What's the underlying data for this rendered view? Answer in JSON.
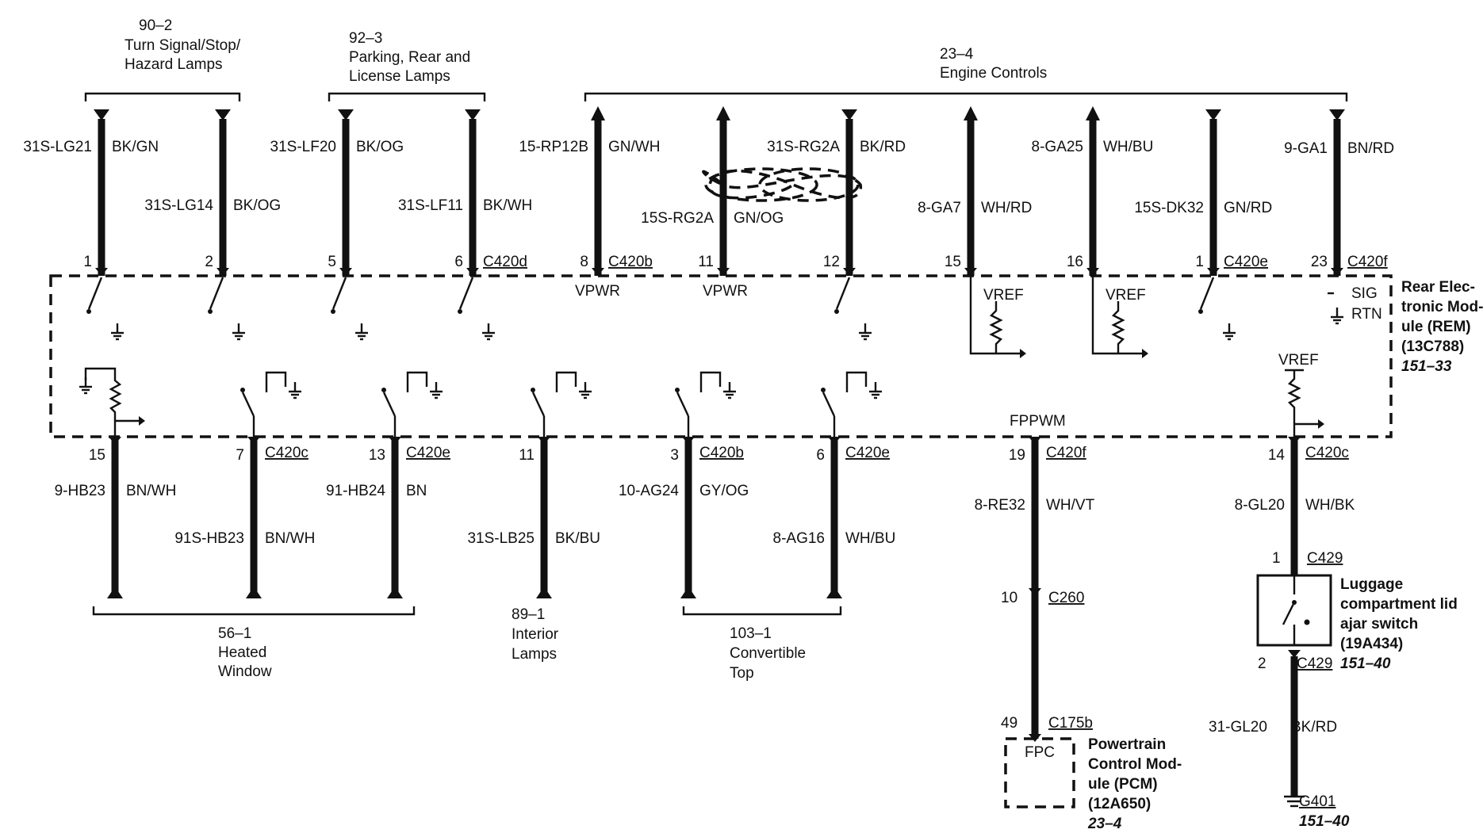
{
  "groups_top": [
    {
      "ref": "90–2",
      "name": [
        "Turn Signal/Stop/",
        "Hazard Lamps"
      ]
    },
    {
      "ref": "92–3",
      "name": [
        "Parking, Rear and",
        "License Lamps"
      ]
    },
    {
      "ref": "23–4",
      "name": [
        "Engine Controls"
      ]
    }
  ],
  "groups_bottom": [
    {
      "ref": "56–1",
      "name": [
        "Heated",
        "Window"
      ]
    },
    {
      "ref": "89–1",
      "name": [
        "Interior",
        "Lamps"
      ]
    },
    {
      "ref": "103–1",
      "name": [
        "Convertible",
        "Top"
      ]
    }
  ],
  "top_wires": [
    {
      "circuit": "31S-LG21",
      "color": "BK/GN",
      "pin": "1",
      "conn": ""
    },
    {
      "circuit": "31S-LG14",
      "color": "BK/OG",
      "pin": "2",
      "conn": ""
    },
    {
      "circuit": "31S-LF20",
      "color": "BK/OG",
      "pin": "5",
      "conn": ""
    },
    {
      "circuit": "31S-LF11",
      "color": "BK/WH",
      "pin": "6",
      "conn": "C420d"
    },
    {
      "circuit": "15-RP12B",
      "color": "GN/WH",
      "pin": "8",
      "conn": "C420b"
    },
    {
      "circuit": "15S-RG2A",
      "color": "GN/OG",
      "pin": "11",
      "conn": ""
    },
    {
      "circuit": "31S-RG2A",
      "color": "BK/RD",
      "pin": "12",
      "conn": ""
    },
    {
      "circuit": "8-GA7",
      "color": "WH/RD",
      "pin": "15",
      "conn": ""
    },
    {
      "circuit": "8-GA25",
      "color": "WH/BU",
      "pin": "16",
      "conn": ""
    },
    {
      "circuit": "15S-DK32",
      "color": "GN/RD",
      "pin": "1",
      "conn": "C420e"
    },
    {
      "circuit": "9-GA1",
      "color": "BN/RD",
      "pin": "23",
      "conn": "C420f"
    }
  ],
  "bottom_wires": [
    {
      "circuit": "9-HB23",
      "color": "BN/WH",
      "pin": "15",
      "conn": ""
    },
    {
      "circuit": "91S-HB23",
      "color": "BN/WH",
      "pin": "7",
      "conn": "C420c"
    },
    {
      "circuit": "91-HB24",
      "color": "BN",
      "pin": "13",
      "conn": "C420e"
    },
    {
      "circuit": "31S-LB25",
      "color": "BK/BU",
      "pin": "11",
      "conn": ""
    },
    {
      "circuit": "10-AG24",
      "color": "GY/OG",
      "pin": "3",
      "conn": "C420b"
    },
    {
      "circuit": "8-AG16",
      "color": "WH/BU",
      "pin": "6",
      "conn": "C420e"
    },
    {
      "circuit": "8-RE32",
      "color": "WH/VT",
      "pin": "19",
      "conn": "C420f"
    },
    {
      "circuit": "8-GL20",
      "color": "WH/BK",
      "pin": "14",
      "conn": "C420c"
    }
  ],
  "module_labels": {
    "vpwr": "VPWR",
    "vref": "VREF",
    "sig": "SIG",
    "rtn": "RTN",
    "fppwm": "FPPWM"
  },
  "rem": {
    "name": [
      "Rear Elec-",
      "tronic Mod-",
      "ule (REM)",
      "(13C788)"
    ],
    "ref": "151–33"
  },
  "pcm_path": {
    "c260_pin": "10",
    "c260": "C260",
    "c175_pin": "49",
    "c175": "C175b",
    "fpc": "FPC",
    "pcm_name": [
      "Powertrain",
      "Control Mod-",
      "ule (PCM)",
      "(12A650)"
    ],
    "pcm_ref": "23–4"
  },
  "luggage_path": {
    "pin1": "1",
    "conn1": "C429",
    "pin2": "2",
    "conn2": "C429",
    "switch_name": [
      "Luggage",
      "compartment lid",
      "ajar switch",
      "(19A434)"
    ],
    "switch_ref": "151–40",
    "ground_circuit": "31-GL20",
    "ground_color": "BK/RD",
    "ground": "G401",
    "ground_ref": "151–40"
  }
}
